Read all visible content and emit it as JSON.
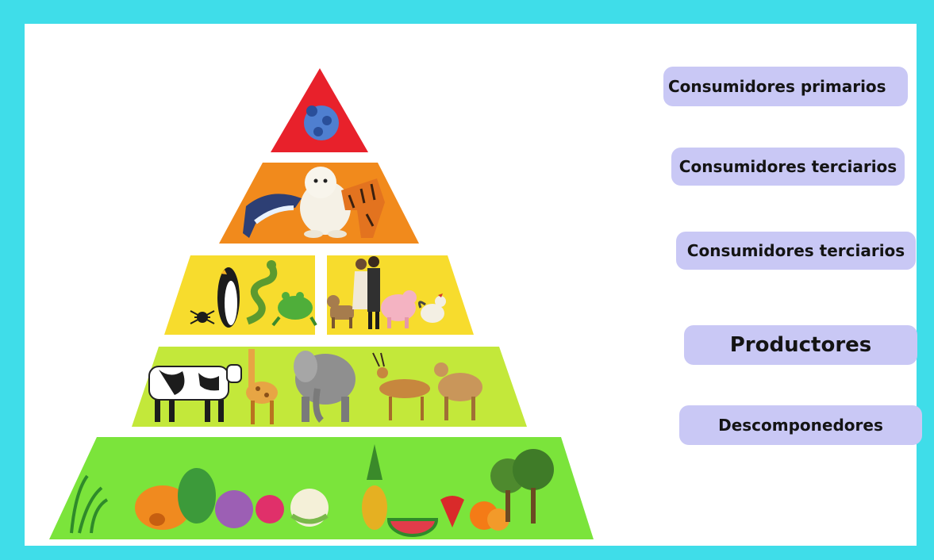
{
  "labels": [
    {
      "text": "Consumidores primarios"
    },
    {
      "text": "Consumidores terciarios"
    },
    {
      "text": "Consumidores terciarios"
    },
    {
      "text": "Productores"
    },
    {
      "text": "Descomponedores"
    }
  ],
  "pyramid": {
    "levels": [
      {
        "color": "#e8212b",
        "content": "microorganisms-icon"
      },
      {
        "color": "#f18a1c",
        "content": "dolphin-polar-bear-tiger"
      },
      {
        "color": "#f7dc2d",
        "content": "penguin-snake-frog-spider / people-dog-pig-rooster"
      },
      {
        "color": "#c3e83a",
        "content": "cow-giraffe-elephant-antelope-goat"
      },
      {
        "color": "#7be43b",
        "content": "plants-fruits-vegetables-trees"
      }
    ]
  },
  "colors": {
    "frame": "#3fdde9",
    "label_bg": "#c9c8f5"
  }
}
